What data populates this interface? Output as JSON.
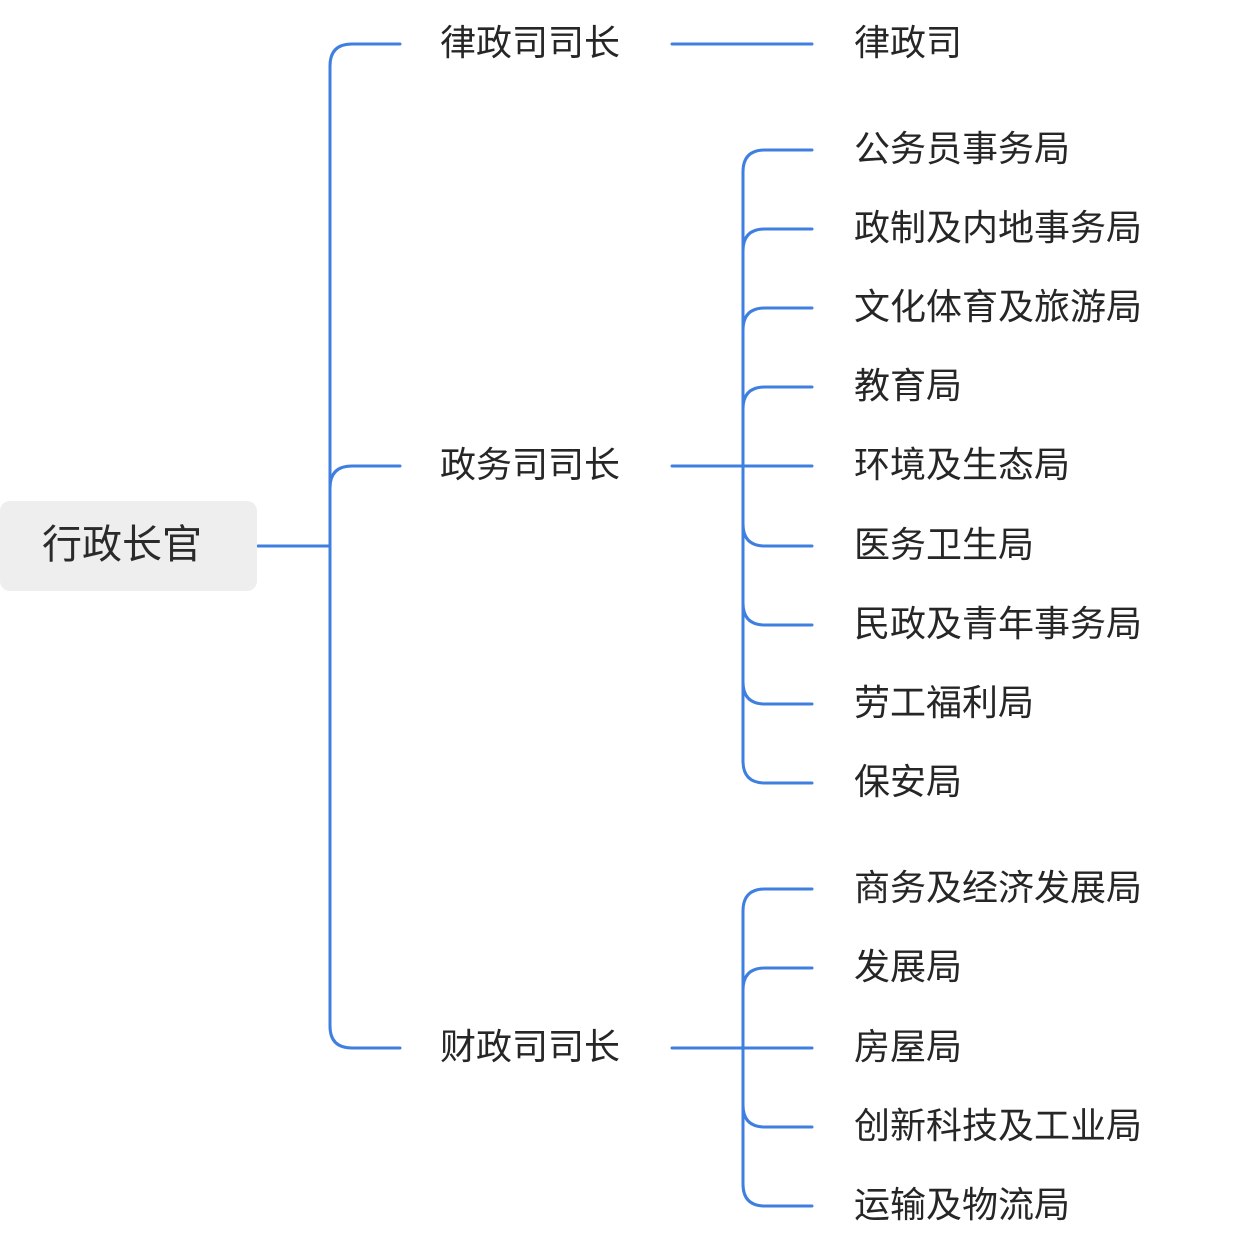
{
  "diagram": {
    "line_color": "#3f7fe0",
    "root_fill": "#eeeeef",
    "root": {
      "label": "行政长官"
    },
    "branches": [
      {
        "label": "律政司司长",
        "children": [
          "律政司"
        ]
      },
      {
        "label": "政务司司长",
        "children": [
          "公务员事务局",
          "政制及内地事务局",
          "文化体育及旅游局",
          "教育局",
          "环境及生态局",
          "医务卫生局",
          "民政及青年事务局",
          "劳工福利局",
          "保安局"
        ]
      },
      {
        "label": "财政司司长",
        "children": [
          "商务及经济发展局",
          "发展局",
          "房屋局",
          "创新科技及工业局",
          "运输及物流局"
        ]
      }
    ]
  }
}
